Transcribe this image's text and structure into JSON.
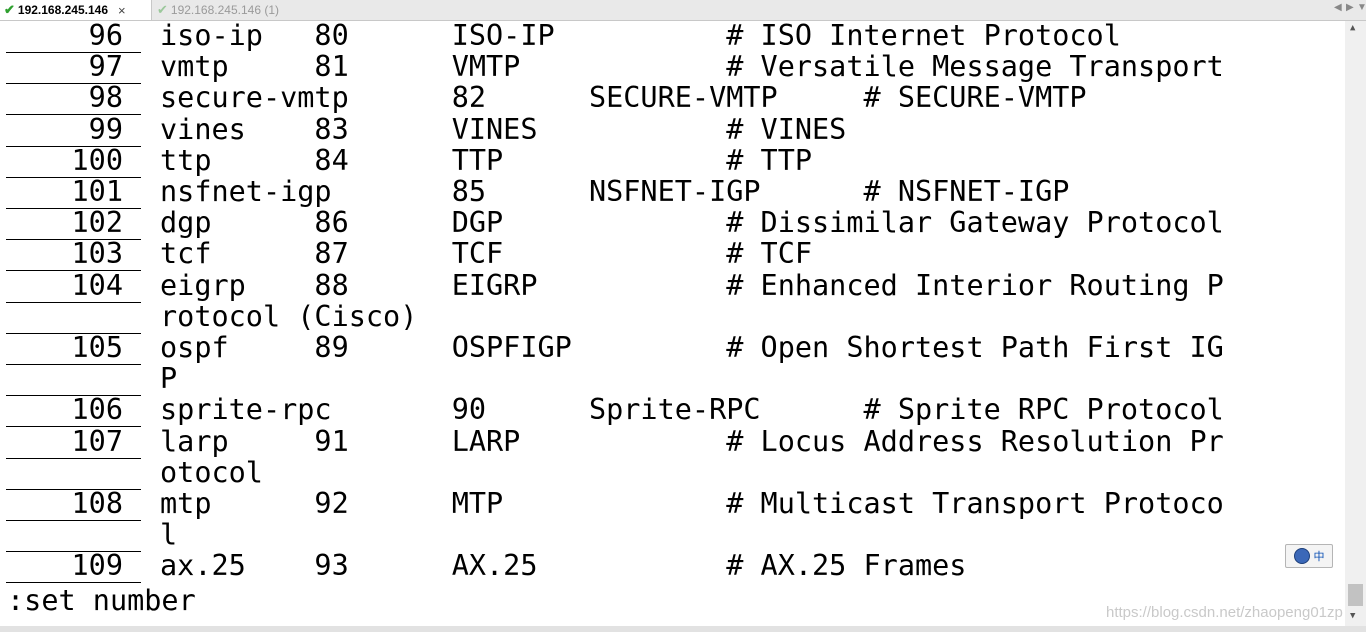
{
  "tabs": [
    {
      "label": "192.168.245.146",
      "active": true,
      "close": "×"
    },
    {
      "label": "192.168.245.146 (1)",
      "active": false
    }
  ],
  "tab_nav": {
    "left": "◀",
    "right": "▶",
    "down": "▼"
  },
  "terminal": {
    "lines": [
      {
        "num": "96",
        "text": "iso-ip   80      ISO-IP          # ISO Internet Protocol"
      },
      {
        "num": "97",
        "text": "vmtp     81      VMTP            # Versatile Message Transport"
      },
      {
        "num": "98",
        "text": "secure-vmtp      82      SECURE-VMTP     # SECURE-VMTP"
      },
      {
        "num": "99",
        "text": "vines    83      VINES           # VINES"
      },
      {
        "num": "100",
        "text": "ttp      84      TTP             # TTP"
      },
      {
        "num": "101",
        "text": "nsfnet-igp       85      NSFNET-IGP      # NSFNET-IGP"
      },
      {
        "num": "102",
        "text": "dgp      86      DGP             # Dissimilar Gateway Protocol"
      },
      {
        "num": "103",
        "text": "tcf      87      TCF             # TCF"
      },
      {
        "num": "104",
        "text": "eigrp    88      EIGRP           # Enhanced Interior Routing P"
      },
      {
        "num": "",
        "text": "rotocol (Cisco)"
      },
      {
        "num": "105",
        "text": "ospf     89      OSPFIGP         # Open Shortest Path First IG"
      },
      {
        "num": "",
        "text": "P"
      },
      {
        "num": "106",
        "text": "sprite-rpc       90      Sprite-RPC      # Sprite RPC Protocol"
      },
      {
        "num": "107",
        "text": "larp     91      LARP            # Locus Address Resolution Pr"
      },
      {
        "num": "",
        "text": "otocol"
      },
      {
        "num": "108",
        "text": "mtp      92      MTP             # Multicast Transport Protoco"
      },
      {
        "num": "",
        "text": "l"
      },
      {
        "num": "109",
        "text": "ax.25    93      AX.25           # AX.25 Frames"
      }
    ],
    "command": ":set number"
  },
  "ime": {
    "label": "中"
  },
  "watermark": "https://blog.csdn.net/zhaopeng01zp",
  "colors": {
    "active_check": "#2fa02f",
    "inactive_tab_text": "#9a9a9a"
  }
}
